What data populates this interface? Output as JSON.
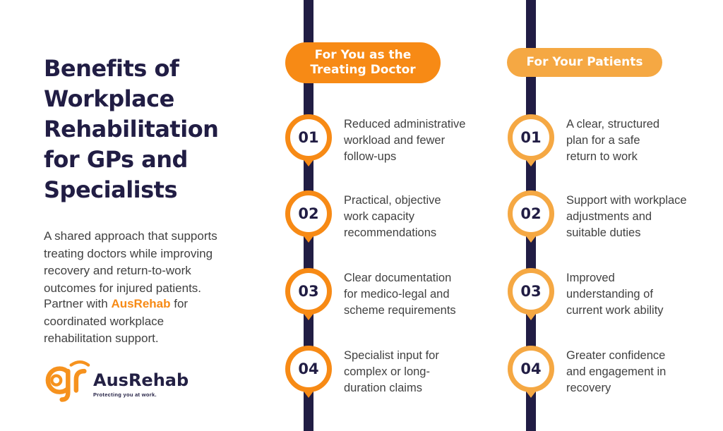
{
  "left_panel": {
    "title": "Benefits of\nWorkplace\nRehabilitation\nfor GPs and\nSpecialists",
    "intro": "A shared approach that supports\ntreating doctors while improving\nrecovery and return-to-work\noutcomes for injured patients.",
    "partner": {
      "prefix": "Partner with ",
      "brand": "AusRehab",
      "suffix": " for\ncoordinated workplace\nrehabilitation support."
    },
    "logo": {
      "brand": "AusRehab",
      "tagline": "Protecting you at work."
    }
  },
  "colors": {
    "navy": "#211D44",
    "text_gray": "#414141",
    "accent_doctor": "#F78A15",
    "accent_patients": "#F5A843",
    "white": "#FFFFFF"
  },
  "columns": [
    {
      "header": "For You as the\nTreating Doctor",
      "accent": "#F78A15",
      "items": [
        {
          "number": "01",
          "text": "Reduced administrative\nworkload and fewer\nfollow-ups"
        },
        {
          "number": "02",
          "text": "Practical, objective\nwork capacity\nrecommendations"
        },
        {
          "number": "03",
          "text": "Clear documentation\nfor medico-legal and\nscheme requirements"
        },
        {
          "number": "04",
          "text": "Specialist input for\ncomplex or long-\nduration claims"
        }
      ]
    },
    {
      "header": "For Your Patients",
      "accent": "#F5A843",
      "items": [
        {
          "number": "01",
          "text": "A clear, structured\nplan for a safe\nreturn to work"
        },
        {
          "number": "02",
          "text": "Support with workplace\nadjustments and\nsuitable duties"
        },
        {
          "number": "03",
          "text": "Improved\nunderstanding of\ncurrent work ability"
        },
        {
          "number": "04",
          "text": "Greater confidence\nand engagement in\nrecovery"
        }
      ]
    }
  ]
}
